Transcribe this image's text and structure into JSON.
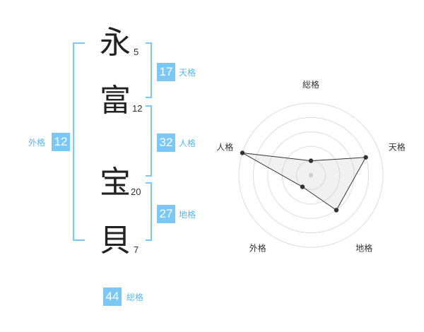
{
  "name": [
    {
      "char": "永",
      "strokes": "5"
    },
    {
      "char": "富",
      "strokes": "12"
    },
    {
      "char": "宝",
      "strokes": "20"
    },
    {
      "char": "貝",
      "strokes": "7"
    }
  ],
  "kaku": {
    "tenkaku": {
      "value": "17",
      "label": "天格"
    },
    "jinkaku": {
      "value": "32",
      "label": "人格"
    },
    "chikaku": {
      "value": "27",
      "label": "地格"
    },
    "gaikaku": {
      "value": "12",
      "label": "外格"
    },
    "soukaku": {
      "value": "44",
      "label": "総格"
    }
  },
  "colors": {
    "accent": "#7cc8f5",
    "bracket": "#7cc8f5",
    "label": "#59b8ee"
  },
  "chart_data": {
    "type": "radar",
    "axes": [
      "総格",
      "天格",
      "地格",
      "外格",
      "人格"
    ],
    "values": [
      1,
      4,
      3,
      1,
      5
    ],
    "scale_max": 5,
    "grid": true
  }
}
